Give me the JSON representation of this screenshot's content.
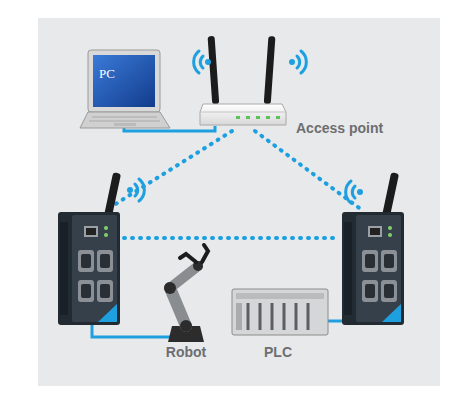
{
  "diagram": {
    "nodes": [
      {
        "text": [
          "PC"
        ]
      },
      {
        "text": [
          "Access point"
        ]
      },
      {
        "text": [
          "Robot"
        ]
      },
      {
        "text": [
          "PLC"
        ]
      }
    ],
    "edges": [
      {
        "from": 0,
        "to": 1,
        "arrow": "none"
      }
    ]
  }
}
